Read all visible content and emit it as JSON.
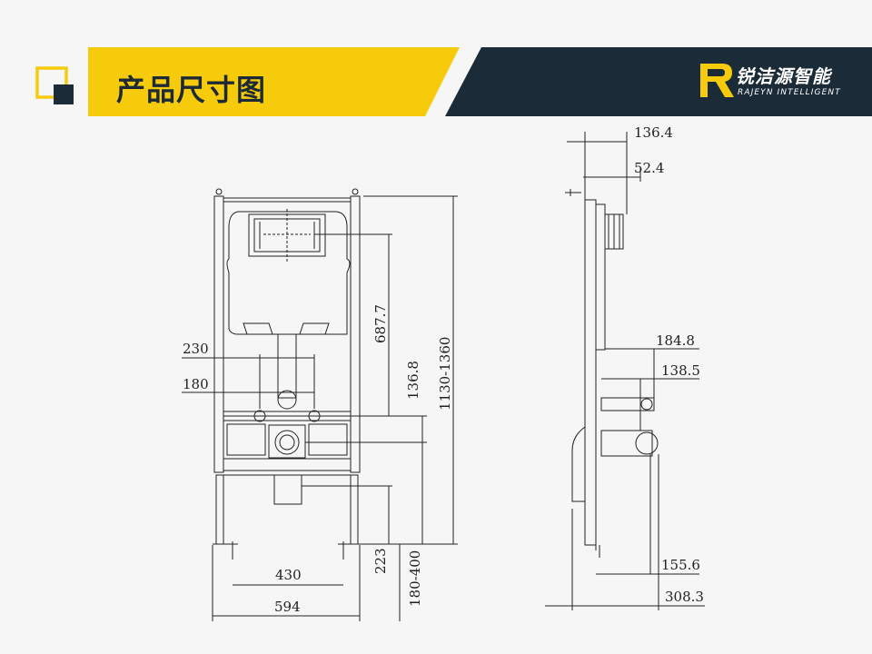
{
  "slide": {
    "title": "产品尺寸图",
    "brand": {
      "name": "锐洁源智能",
      "subtitle": "RAJEYN INTELLIGENT",
      "logo_icon": "rajeyn-r-logo"
    },
    "colors": {
      "accent_yellow": "#f5cb0c",
      "navy": "#1b2b38",
      "line": "#222222",
      "background": "#f6f6f6"
    }
  },
  "front_view": {
    "dimensions": {
      "width_feet": "430",
      "width_overall": "594",
      "pipe_spacing_upper": "230",
      "pipe_spacing_lower": "180",
      "tank_height": "687.7",
      "outlet_height": "136.8",
      "total_height": "1130-1360",
      "leg_height": "223",
      "leg_adjust": "180-400"
    }
  },
  "side_view": {
    "dimensions": {
      "top_depth": "136.4",
      "plate_depth": "52.4",
      "pipe_depth_upper": "184.8",
      "pipe_depth_lower": "138.5",
      "bottom_depth": "155.6",
      "total_depth": "308.3"
    }
  }
}
